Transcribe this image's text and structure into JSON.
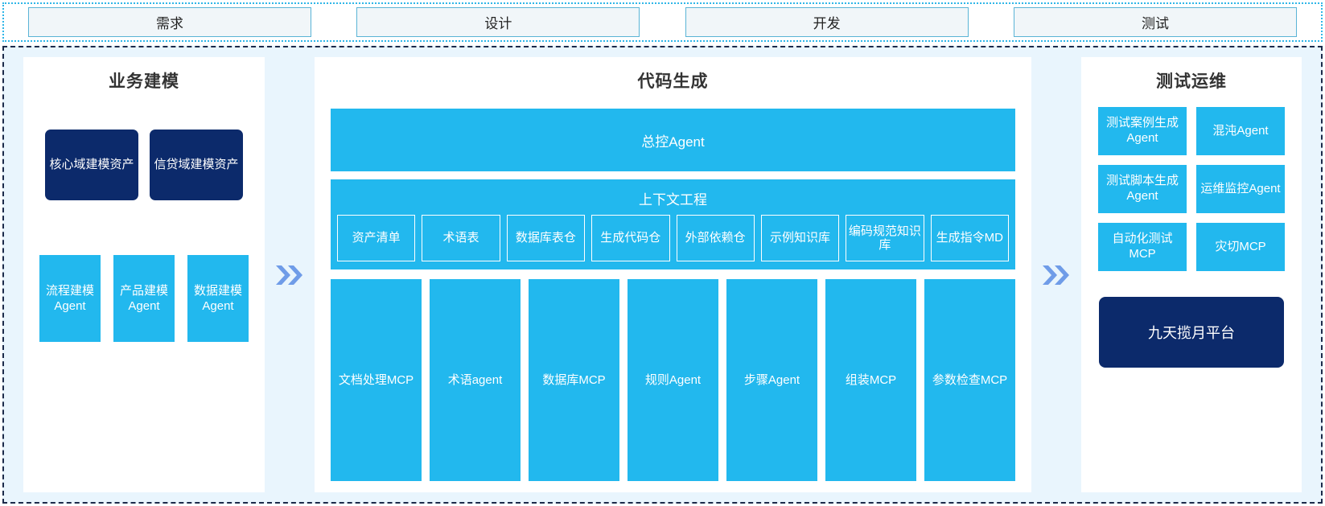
{
  "stages": {
    "items": [
      {
        "label": "需求"
      },
      {
        "label": "设计"
      },
      {
        "label": "开发"
      },
      {
        "label": "测试"
      }
    ]
  },
  "colors": {
    "cyan": "#22b8ee",
    "navy": "#0c2a6b",
    "chevron": "#6f9ce8",
    "container_bg": "#e9f5fd",
    "stage_bg": "#f1f6f9",
    "stage_border": "#5ab4d6",
    "strip_border": "#2fb6e8",
    "container_border": "#1b2a4a",
    "title": "#333333"
  },
  "left_panel": {
    "title": "业务建模",
    "assets": [
      {
        "label": "核心域建模资产"
      },
      {
        "label": "信贷域建模资产"
      }
    ],
    "agents": [
      {
        "label": "流程建模Agent"
      },
      {
        "label": "产品建模Agent"
      },
      {
        "label": "数据建模Agent"
      }
    ]
  },
  "separators": {
    "icon": "double-chevron-right",
    "glyph": "»"
  },
  "center_panel": {
    "title": "代码生成",
    "master_agent": "总控Agent",
    "context": {
      "title": "上下文工程",
      "items": [
        {
          "label": "资产清单"
        },
        {
          "label": "术语表"
        },
        {
          "label": "数据库表仓"
        },
        {
          "label": "生成代码仓"
        },
        {
          "label": "外部依赖仓"
        },
        {
          "label": "示例知识库"
        },
        {
          "label": "编码规范知识库"
        },
        {
          "label": "生成指令MD"
        }
      ]
    },
    "tools": [
      {
        "label": "文档处理MCP"
      },
      {
        "label": "术语agent"
      },
      {
        "label": "数据库MCP"
      },
      {
        "label": "规则Agent"
      },
      {
        "label": "步骤Agent"
      },
      {
        "label": "组装MCP"
      },
      {
        "label": "参数检查MCP"
      }
    ]
  },
  "right_panel": {
    "title": "测试运维",
    "items": [
      {
        "label": "测试案例生成Agent"
      },
      {
        "label": "混沌Agent"
      },
      {
        "label": "测试脚本生成Agent"
      },
      {
        "label": "运维监控Agent"
      },
      {
        "label": "自动化测试MCP"
      },
      {
        "label": "灾切MCP"
      }
    ],
    "platform": "九天揽月平台"
  }
}
